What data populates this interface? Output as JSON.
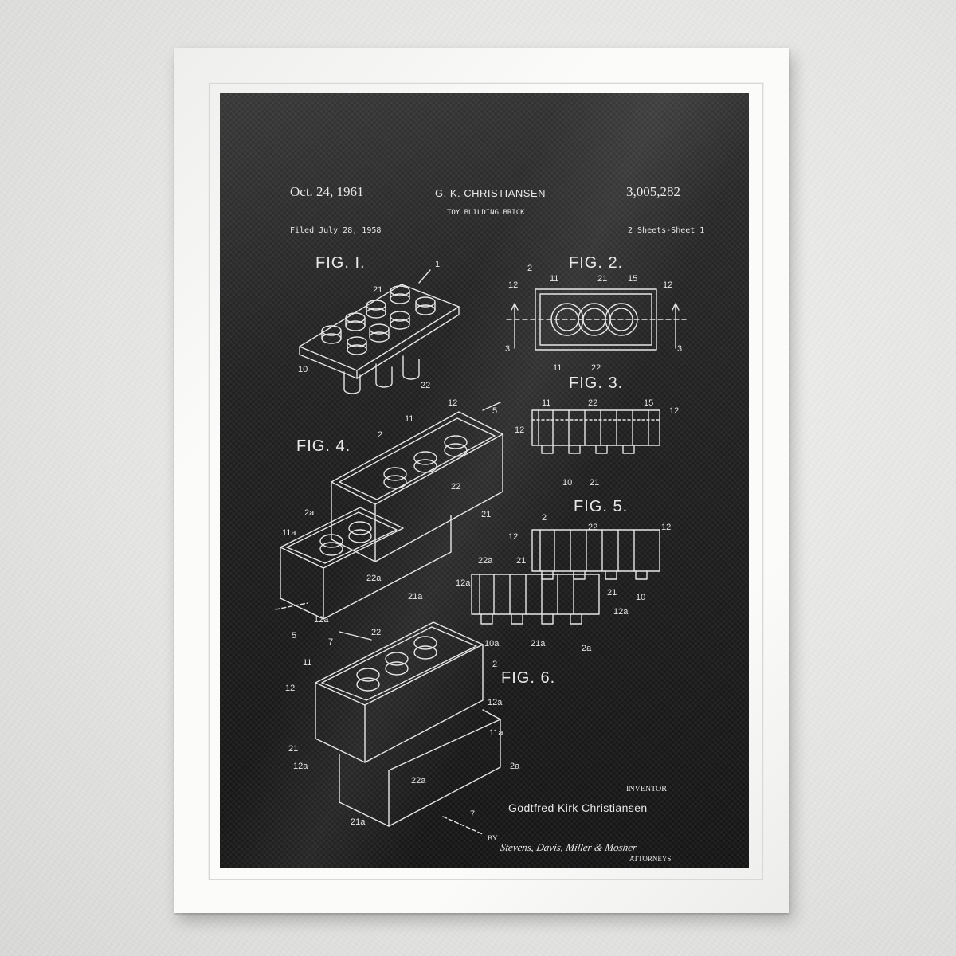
{
  "header": {
    "date": "Oct. 24, 1961",
    "inventor_caps": "G. K. CHRISTIANSEN",
    "patent_number": "3,005,282",
    "title": "TOY BUILDING BRICK",
    "filed": "Filed July 28, 1958",
    "sheets": "2 Sheets-Sheet 1"
  },
  "figures": {
    "fig1": "FIG. I.",
    "fig2": "FIG. 2.",
    "fig3": "FIG. 3.",
    "fig4": "FIG. 4.",
    "fig5": "FIG. 5.",
    "fig6": "FIG. 6."
  },
  "labels": {
    "fig1": [
      "1",
      "21",
      "10",
      "22"
    ],
    "fig2": [
      "2",
      "11",
      "21",
      "15",
      "12",
      "12",
      "3",
      "3",
      "22",
      "11"
    ],
    "fig3": [
      "11",
      "22",
      "15",
      "12",
      "12",
      "10",
      "21"
    ],
    "fig4": [
      "2",
      "11",
      "12",
      "5",
      "22",
      "21",
      "2a",
      "11a",
      "22a",
      "21a",
      "12a",
      "5"
    ],
    "fig5": [
      "2",
      "22",
      "12",
      "12",
      "22a",
      "21",
      "12a",
      "21",
      "10",
      "12a",
      "10a",
      "21a",
      "2a"
    ],
    "fig6": [
      "7",
      "22",
      "2",
      "11",
      "12",
      "12a",
      "11a",
      "21",
      "12a",
      "22a",
      "2a",
      "21a",
      "7"
    ]
  },
  "footer": {
    "inventor_label": "INVENTOR",
    "inventor_name": "Godtfred Kirk Christiansen",
    "by": "BY",
    "attorneys_signature": "Stevens, Davis, Miller & Mosher",
    "attorneys_label": "ATTORNEYS"
  },
  "colors": {
    "frame": "#fbfbfa",
    "poster_background": "#1d1d1d",
    "ink": "#e9e9e9",
    "wall": "#e6e6e4"
  }
}
